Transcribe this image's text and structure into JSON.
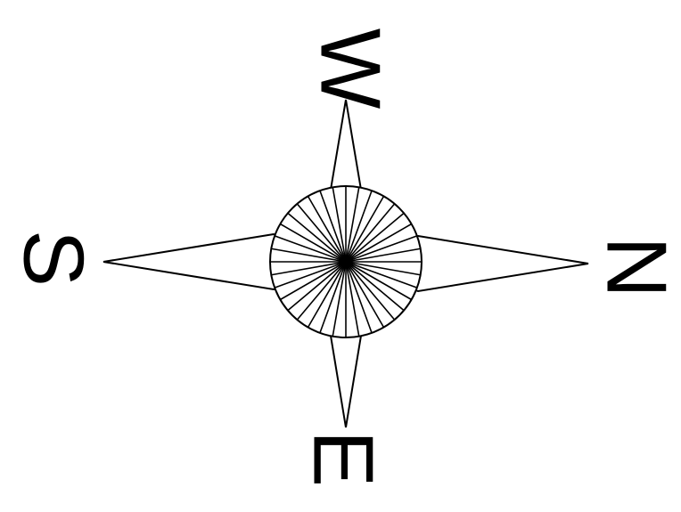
{
  "compass": {
    "labels": {
      "north": "N",
      "south": "S",
      "east": "E",
      "west": "W"
    },
    "ray_count": 36,
    "stroke_color": "#000000",
    "background_color": "#ffffff"
  }
}
